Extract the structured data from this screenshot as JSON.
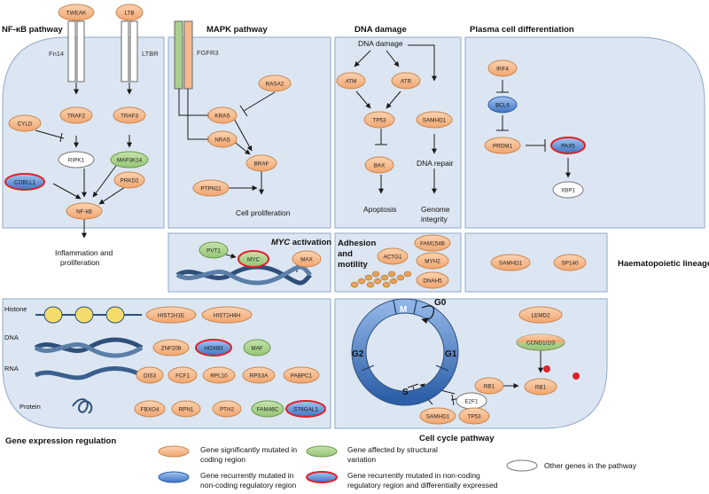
{
  "sections": {
    "nfkb": "NF-κB pathway",
    "mapk": "MAPK pathway",
    "dna_damage": "DNA damage",
    "plasma": "Plasma cell differentiation",
    "myc": "MYC",
    "myc_suffix": " activation",
    "adhesion_1": "Adhesion",
    "adhesion_2": "and",
    "adhesion_3": "motility",
    "haemato": "Haematopoietic lineage",
    "gene_expr": "Gene expression regulation",
    "cell_cycle": "Cell cycle pathway"
  },
  "receptors": {
    "fn14": "Fn14",
    "ltbr": "LTBR",
    "fgfr3": "FGFR3"
  },
  "genes": {
    "tweak": "TWEAK",
    "ltb": "LTB",
    "traf2": "TRAF2",
    "traf3": "TRAF3",
    "cyld": "CYLD",
    "ripk1": "RIPK1",
    "map3k14": "MAP3K14",
    "cobll1": "COBLL1",
    "prkd2": "PRKD2",
    "nfkb": "NF-kB",
    "rasa2": "RASA2",
    "kras": "KRAS",
    "nras": "NRAS",
    "braf": "BRAF",
    "ptpn11": "PTPN11",
    "atm": "ATM",
    "atr": "ATR",
    "tp53": "TP53",
    "samhd1": "SAMHD1",
    "bax": "BAX",
    "irf4": "IRF4",
    "bcl6": "BCL6",
    "prdm1": "PRDM1",
    "pax5": "PAX5",
    "xbp1": "XBP1",
    "pvt1": "PVT1",
    "myc": "MYC",
    "max": "MAX",
    "fam154b": "FAM154B",
    "actg1": "ACTG1",
    "myh2": "MYH2",
    "dnah5": "DNAH5",
    "samhd1_h": "SAMHD1",
    "sp140": "SP140",
    "hist1h1e": "HIST1H1E",
    "hist1h4h": "HIST1H4H",
    "znf208": "ZNF208",
    "hoxb3": "HOXB3",
    "maf": "MAF",
    "dis3": "DIS3",
    "fcf1": "FCF1",
    "rpl10": "RPL10",
    "rps3a": "RPS3A",
    "pabpc1": "PABPC1",
    "fbxo4": "FBXO4",
    "rpn1": "RPN1",
    "pth2": "PTH2",
    "fam46c": "FAM46C",
    "st6gal1": "ST6GAL1",
    "lemd2": "LEMD2",
    "ccnd": "CCND1/2/3",
    "rb1a": "RB1",
    "rb1b": "RB1",
    "e2f1": "E2F1",
    "samhd1_c": "SAMHD1",
    "tp53_c": "TP53"
  },
  "text": {
    "dna_damage_node": "DNA damage",
    "inflam_1": "Inflammation and",
    "inflam_2": "proliferation",
    "cell_prolif": "Cell proliferation",
    "apoptosis": "Apoptosis",
    "dna_repair": "DNA repair",
    "genome_1": "Genome",
    "genome_2": "integrity",
    "histone": "Histone",
    "dna": "DNA",
    "rna": "RNA",
    "protein": "Protein",
    "phase_m": "M",
    "phase_g1": "G1",
    "phase_s": "S",
    "phase_g2": "G2",
    "phase_g0": "G0"
  },
  "legend": {
    "orange_1": "Gene significantly mutated in",
    "orange_2": "coding region",
    "green_1": "Gene affected by structural",
    "green_2": "variation",
    "blue_1": "Gene recurrently mutated in",
    "blue_2": "non-coding regulatory region",
    "red_1": "Gene recurrently mutated in non-coding",
    "red_2": "regulatory region and differentially expressed",
    "white": "Other genes  in the pathway"
  },
  "colors": {
    "panel": "#dce6f2",
    "panel_stroke": "#8ea9c8",
    "orange": "#f5b98b",
    "green": "#a9d18e",
    "blue": "#5b8fd6",
    "red_ring": "#e0202a",
    "dark_blue": "#2e4f7a"
  }
}
